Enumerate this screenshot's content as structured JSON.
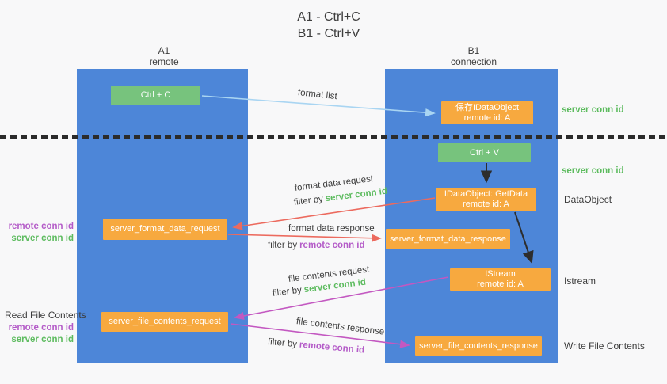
{
  "title": {
    "line1": "A1 - Ctrl+C",
    "line2": "B1 - Ctrl+V"
  },
  "lanes": {
    "a1": {
      "name": "A1",
      "subtitle": "remote"
    },
    "b1": {
      "name": "B1",
      "subtitle": "connection"
    }
  },
  "nodes": {
    "ctrl_c": {
      "label": "Ctrl + C"
    },
    "save_idataobject": {
      "line1": "保存IDataObject",
      "line2": "remote id: A"
    },
    "ctrl_v": {
      "label": "Ctrl + V"
    },
    "idataobject_getdata": {
      "line1": "IDataObject::GetData",
      "line2": "remote id: A"
    },
    "server_format_data_request": {
      "label": "server_format_data_request"
    },
    "server_format_data_response": {
      "label": "server_format_data_response"
    },
    "istream": {
      "line1": "IStream",
      "line2": "remote id: A"
    },
    "server_file_contents_request": {
      "label": "server_file_contents_request"
    },
    "server_file_contents_response": {
      "label": "server_file_contents_response"
    }
  },
  "edges": {
    "format_list": {
      "label": "format list"
    },
    "format_data_request": {
      "label": "format data request",
      "filter_prefix": "filter by",
      "filter_key": "server conn id"
    },
    "format_data_response": {
      "label": "format data response",
      "filter_prefix": "filter by",
      "filter_key": "remote conn id"
    },
    "file_contents_request": {
      "label": "file contents request",
      "filter_prefix": "filter by",
      "filter_key": "server conn id"
    },
    "file_contents_response": {
      "label": "file contents response",
      "filter_prefix": "filter by",
      "filter_key": "remote conn id"
    }
  },
  "annotations": {
    "right_server_conn_id_top": "server conn id",
    "right_server_conn_id_mid": "server conn id",
    "right_dataobject": "DataObject",
    "right_istream": "Istream",
    "right_write_file_contents": "Write File Contents",
    "left_pair_top": {
      "remote": "remote conn id",
      "server": "server conn id"
    },
    "left_read_file_contents": "Read File Contents",
    "left_pair_bottom": {
      "remote": "remote conn id",
      "server": "server conn id"
    }
  },
  "colors": {
    "lane_blue": "#4d86d8",
    "node_green": "#77c37d",
    "node_orange": "#f7a93f",
    "conn_id_green": "#5cbb5e",
    "conn_id_purple": "#b45bc8",
    "arrow_red": "#ec6a5e",
    "arrow_magenta": "#c358c1",
    "arrow_light_blue": "#a9d5f2",
    "arrow_black": "#2d2d2d",
    "text_dark": "#3d3d3d",
    "background": "#f8f8f9"
  }
}
